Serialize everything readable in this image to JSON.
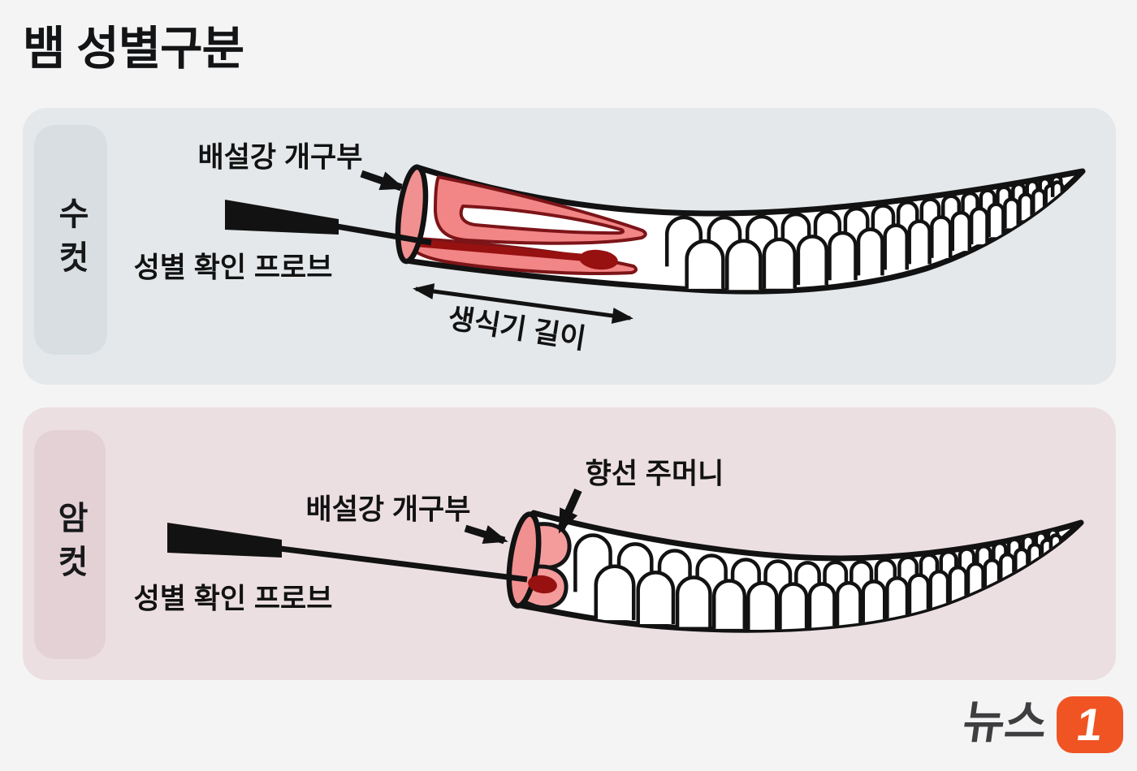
{
  "title": "뱀 성별구분",
  "male_panel": {
    "side_label": "수컷",
    "cloaca_label": "배설강 개구부",
    "probe_label": "성별 확인 프로브",
    "length_label": "생식기 길이"
  },
  "female_panel": {
    "side_label": "암컷",
    "cloaca_label": "배설강 개구부",
    "probe_label": "성별 확인 프로브",
    "gland_label": "향선 주머니"
  },
  "logo": {
    "brand": "뉴스",
    "one": "1"
  },
  "colors": {
    "page_bg": "#f5f4f5",
    "male_panel_bg": "#e4e8ea",
    "male_pill_bg": "#d8dee2",
    "female_panel_bg": "#ecdfe2",
    "female_pill_bg": "#e3d1d6",
    "snake_pink": "#f28585",
    "cut_pink": "#f19090",
    "pink_outline": "#7c1418",
    "dark_red": "#971111",
    "ink": "#121212",
    "logo_orange": "#f05423"
  }
}
